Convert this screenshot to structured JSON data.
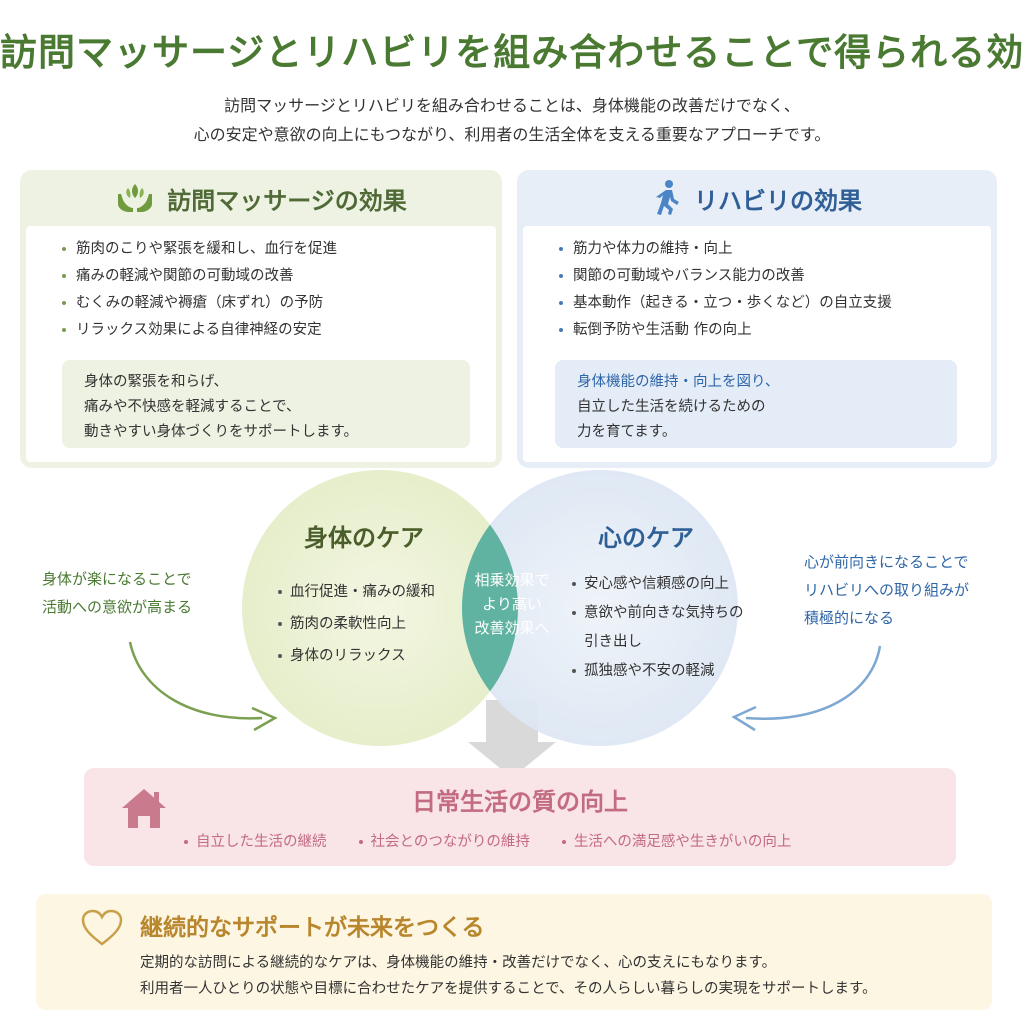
{
  "title": "訪問マッサージとリハビリを組み合わせることで得られる効果",
  "intro": [
    "訪問マッサージとリハビリを組み合わせることは、身体機能の改善だけでなく、",
    "心の安定や意欲の向上にもつながり、利用者の生活全体を支える重要なアプローチです。"
  ],
  "massage_panel": {
    "title": "訪問マッサージの効果",
    "items": [
      "筋肉のこりや緊張を緩和し、血行を促進",
      "痛みの軽減や関節の可動域の改善",
      "むくみの軽減や褥瘡（床ずれ）の予防",
      "リラックス効果による自律神経の安定"
    ],
    "note": [
      "身体の緊張を和らげ、",
      "痛みや不快感を軽減することで、",
      "動きやすい身体づくりをサポートします。"
    ]
  },
  "rehab_panel": {
    "title": "リハビリの効果",
    "items": [
      "筋力や体力の維持・向上",
      "関節の可動域やバランス能力の改善",
      "基本動作（起きる・立つ・歩くなど）の自立支援",
      "転倒予防や生活動 作の向上"
    ],
    "note": [
      "身体機能の維持・向上を図り、",
      "自立した生活を続けるための",
      "力を育てます。"
    ]
  },
  "venn": {
    "body": {
      "title": "身体のケア",
      "items": [
        "血行促進・痛みの緩和",
        "筋肉の柔軟性向上",
        "身体のリラックス"
      ]
    },
    "mind": {
      "title": "心のケア",
      "items": [
        "安心感や信頼感の向上",
        "意欲や前向きな気持ちの",
        "引き出し",
        "孤独感や不安の軽減"
      ]
    },
    "overlap": [
      "相乗効果で",
      "より高い",
      "改善効果へ"
    ]
  },
  "side_left": [
    "身体が楽になることで",
    "活動への意欲が高まる"
  ],
  "side_right": [
    "心が前向きになることで",
    "リハビリへの取り組みが",
    "積極的になる"
  ],
  "quality": {
    "title": "日常生活の質の向上",
    "items": [
      "自立した生活の継続",
      "社会とのつながりの維持",
      "生活への満足感や生きがいの向上"
    ]
  },
  "support": {
    "title": "継続的なサポートが未来をつくる",
    "text": [
      "定期的な訪問による継続的なケアは、身体機能の維持・改善だけでなく、心の支えにもなります。",
      "利用者一人ひとりの状態や目標に合わせたケアを提供することで、その人らしい暮らしの実現をサポートします。"
    ]
  },
  "icons": {
    "massage": "hands-leaf-icon",
    "rehab": "walking-person-icon",
    "quality": "house-icon",
    "support": "heart-icon"
  },
  "colors": {
    "green": "#4a7a32",
    "blue": "#2f66a8",
    "teal": "#5fb3a0",
    "pink": "#c36b80",
    "gold": "#b8862c"
  }
}
